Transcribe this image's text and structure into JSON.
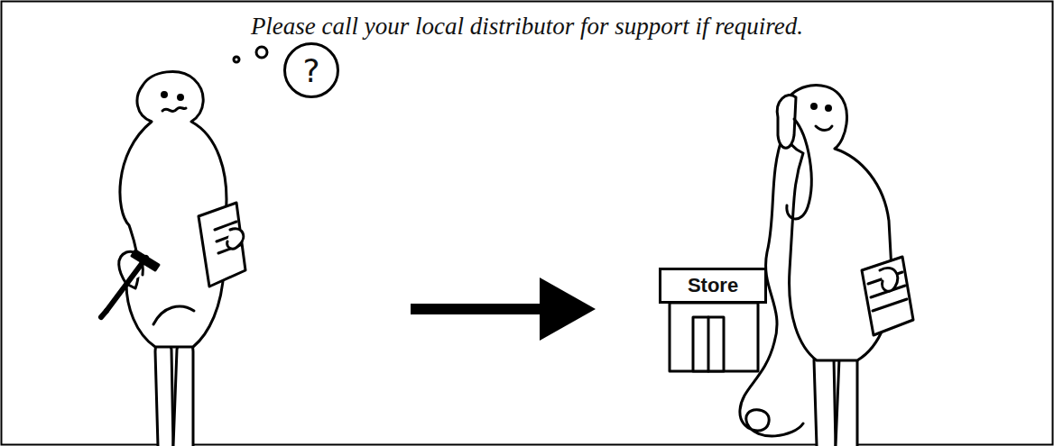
{
  "diagram": {
    "title": "Please call your local distributor for support if required.",
    "nodes": [
      {
        "text": [
          "?"
        ]
      },
      {
        "text": [
          "Store"
        ]
      }
    ]
  }
}
